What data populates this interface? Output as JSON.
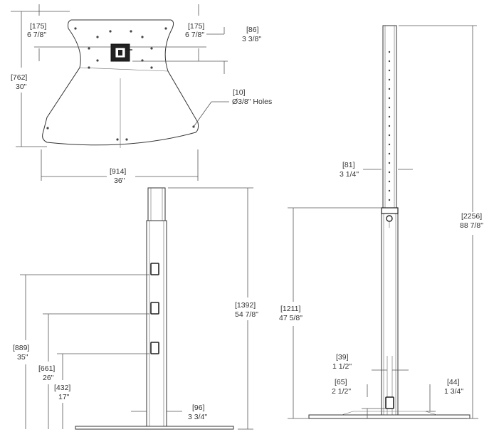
{
  "dimensions": {
    "plate_top_height": {
      "mm": "[175]",
      "in": "6 7/8\""
    },
    "plate_top_height_right": {
      "mm": "[175]",
      "in": "6 7/8\""
    },
    "bracket_height": {
      "mm": "[86]",
      "in": "3 3/8\""
    },
    "plate_height": {
      "mm": "[762]",
      "in": "30\""
    },
    "holes": {
      "mm": "[10]",
      "in": "Ø3/8\" Holes"
    },
    "plate_width": {
      "mm": "[914]",
      "in": "36\""
    },
    "pole_height_front": {
      "mm": "[1392]",
      "in": "54 7/8\""
    },
    "slot_top": {
      "mm": "[889]",
      "in": "35\""
    },
    "slot_mid": {
      "mm": "[661]",
      "in": "26\""
    },
    "slot_low": {
      "mm": "[432]",
      "in": "17\""
    },
    "pole_width_front": {
      "mm": "[96]",
      "in": "3 3/4\""
    },
    "inner_tube_width": {
      "mm": "[81]",
      "in": "3 1/4\""
    },
    "overall_height": {
      "mm": "[2256]",
      "in": "88 7/8\""
    },
    "outer_tube_height": {
      "mm": "[1211]",
      "in": "47 5/8\""
    },
    "channel_width": {
      "mm": "[39]",
      "in": "1 1/2\""
    },
    "access_height": {
      "mm": "[65]",
      "in": "2 1/2\""
    },
    "base_thickness": {
      "mm": "[44]",
      "in": "1 3/4\""
    }
  }
}
